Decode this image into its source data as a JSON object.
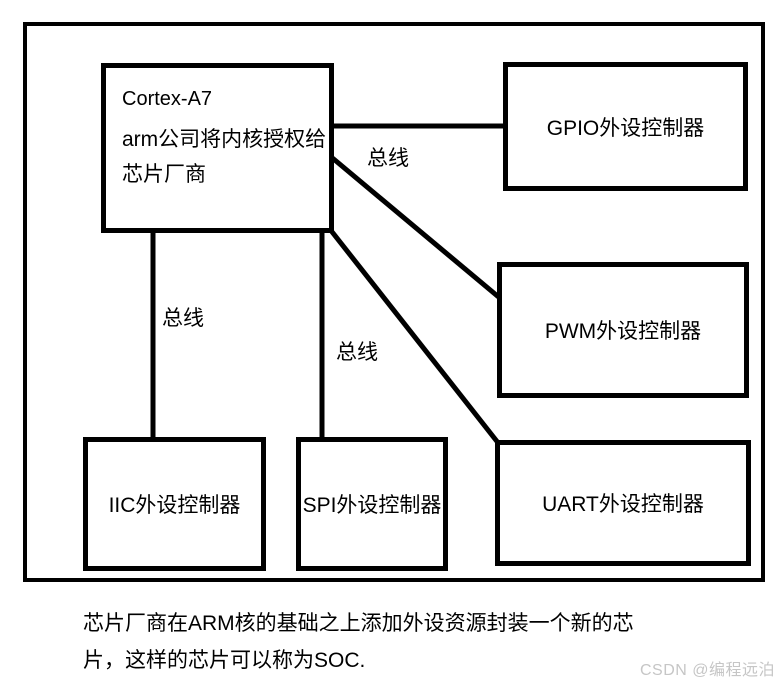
{
  "diagram": {
    "core_box": {
      "title": "Cortex-A7",
      "line1": "arm公司将内核授权给",
      "line2": "芯片厂商"
    },
    "peripherals": [
      {
        "id": "gpio",
        "label": "GPIO外设控制器"
      },
      {
        "id": "pwm",
        "label": "PWM外设控制器"
      },
      {
        "id": "uart",
        "label": "UART外设控制器"
      },
      {
        "id": "iic",
        "label": "IIC外设控制器"
      },
      {
        "id": "spi",
        "label": "SPI外设控制器"
      }
    ],
    "bus_labels": [
      "总线",
      "总线",
      "总线"
    ]
  },
  "caption": {
    "line1": "芯片厂商在ARM核的基础之上添加外设资源封装一个新的芯",
    "line2": "片，这样的芯片可以称为SOC."
  },
  "watermark": "CSDN @编程远泊",
  "colors": {
    "line": "#000000",
    "background": "#ffffff",
    "watermark": "#c6c6c6"
  }
}
